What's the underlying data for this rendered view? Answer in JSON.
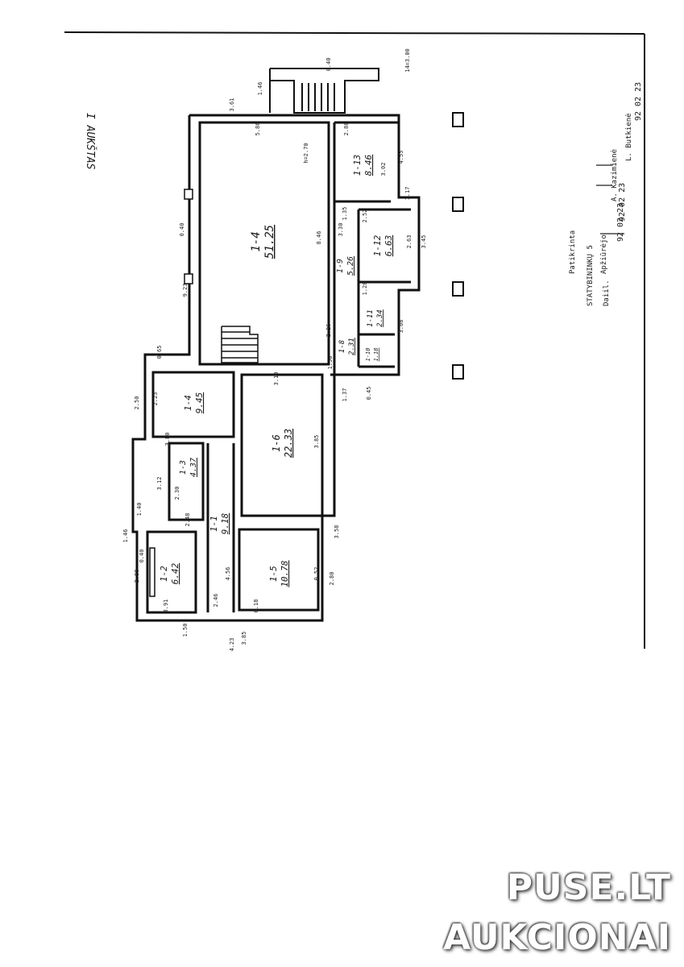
{
  "plan": {
    "floor_title": "I AUKŠTAS",
    "rooms": [
      {
        "id": "1-4",
        "area": "51.25"
      },
      {
        "id": "1-13",
        "area": "8.46"
      },
      {
        "id": "1-12",
        "area": "6.63"
      },
      {
        "id": "1-9",
        "area": "5.26"
      },
      {
        "id": "1-11",
        "area": "2.34"
      },
      {
        "id": "1-8",
        "area": "2.31"
      },
      {
        "id": "1-10",
        "area": "1.18"
      },
      {
        "id": "1-4",
        "area": "9.45"
      },
      {
        "id": "1-6",
        "area": "22.33"
      },
      {
        "id": "1-3",
        "area": "4.37"
      },
      {
        "id": "1-1",
        "area": "9.18"
      },
      {
        "id": "1-2",
        "area": "6.42"
      },
      {
        "id": "1-5",
        "area": "10.78"
      }
    ],
    "dimensions": [
      "3.61",
      "1.46",
      "14=3.00",
      "5.86",
      "2.80",
      "h=2.70",
      "3.02",
      "4.55",
      "1.17",
      "1.35",
      "2.52",
      "8.46",
      "3.30",
      "2.63",
      "3.45",
      "2.26",
      "1.28",
      "3.08",
      "1.50",
      "1.37",
      "0.45",
      "0.65",
      "2.23",
      "2.50",
      "3.10",
      "3.85",
      "3.80",
      "2.30",
      "3.12",
      "2.48",
      "1.40",
      "1.46",
      "0.40",
      "2.80",
      "3.91",
      "2.46",
      "1.50",
      "4.56",
      "6.18",
      "3.85",
      "4.23",
      "0.52",
      "2.80",
      "3.58",
      "0.40",
      "9.23",
      "0.40",
      "4.53"
    ],
    "stamp": {
      "line1": "STATYBININKŲ 5",
      "line2": "Patikrinta",
      "line3": "Apžiūrėjo",
      "line4": "A. Kazimienė",
      "line5": "Daiil.",
      "line6": "L. Butkienė",
      "date1": "92  02  23",
      "date2": "92  02  23",
      "date3": "92  02  23"
    }
  },
  "watermark": {
    "line1": "PUSE.LT",
    "line2": "AUKCIONAI"
  }
}
